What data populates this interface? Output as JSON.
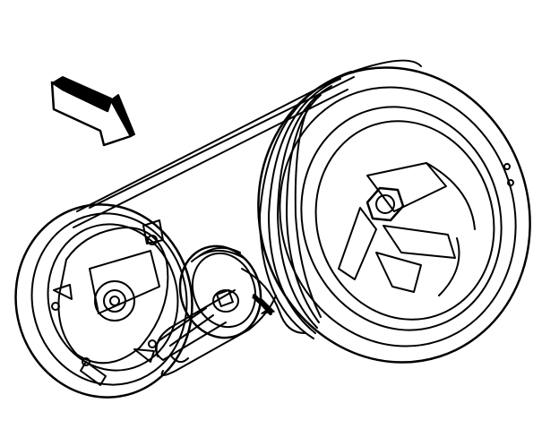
{
  "diagram": {
    "subject": "belt-drive",
    "components": [
      {
        "id": "crankshaft-pulley",
        "kind": "pulley"
      },
      {
        "id": "compressor-clutch-pulley",
        "kind": "pulley"
      },
      {
        "id": "belt-tensioner-pulley",
        "kind": "pulley"
      },
      {
        "id": "drive-belt",
        "kind": "belt"
      },
      {
        "id": "tensioner-arm",
        "kind": "arm"
      }
    ],
    "arrows": [
      {
        "id": "large-direction-arrow",
        "style": "hatched-block"
      },
      {
        "id": "small-tensioner-arrow",
        "style": "solid-small"
      }
    ],
    "colors": {
      "ink": "#000000",
      "paper": "#ffffff"
    }
  }
}
